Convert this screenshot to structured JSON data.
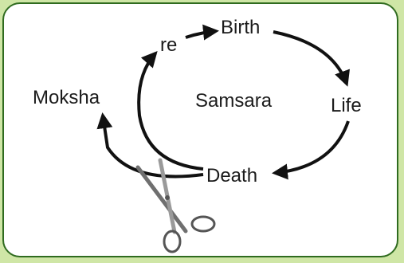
{
  "diagram": {
    "nodes": {
      "birth": "Birth",
      "life": "Life",
      "death": "Death",
      "rebirth": "re",
      "moksha": "Moksha",
      "center": "Samsara"
    },
    "edges": [
      {
        "from": "re",
        "to": "Birth"
      },
      {
        "from": "Birth",
        "to": "Life"
      },
      {
        "from": "Life",
        "to": "Death"
      },
      {
        "from": "Death",
        "to": "re"
      },
      {
        "from": "Death",
        "to": "Moksha"
      }
    ],
    "icons": {
      "cut": "scissors-icon"
    },
    "colors": {
      "background": "#cfe6a6",
      "border": "#2f6b1f",
      "ink": "#111111"
    }
  }
}
